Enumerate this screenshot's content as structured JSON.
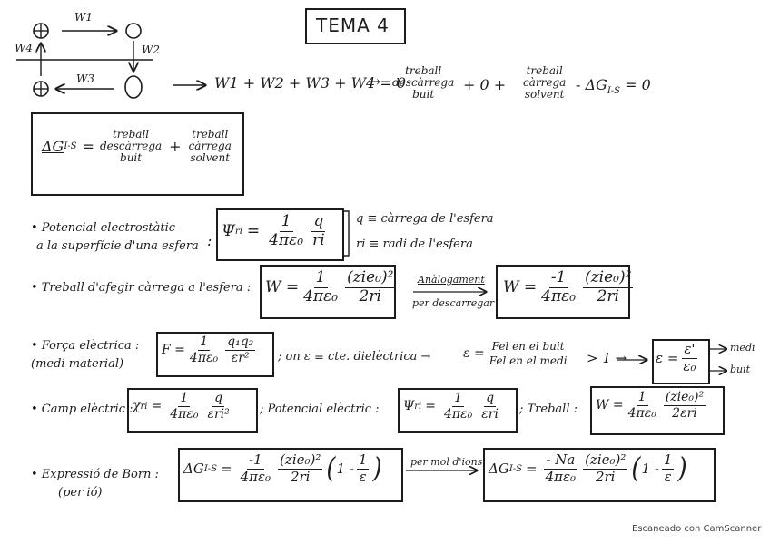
{
  "title": "TEMA 4",
  "cycle": {
    "w1": "W1",
    "w2": "W2",
    "w3": "W3",
    "w4": "W4",
    "equation": "W1 + W2 + W3 + W4 = 0",
    "arrow": "→",
    "t1": [
      "treball",
      "descàrrega",
      "buit"
    ],
    "plus1": "+ 0 +",
    "t2": [
      "treball",
      "càrrega",
      "solvent"
    ],
    "tail": "- ΔG",
    "tail_sub": "I-S",
    "tail_eq": "= 0"
  },
  "box1": {
    "lhs": "ΔG",
    "lhs_sub": "I-S",
    "eq": "=",
    "t1": [
      "treball",
      "descàrrega",
      "buit"
    ],
    "plus": "+",
    "t2": [
      "treball",
      "càrrega",
      "solvent"
    ]
  },
  "potencial": {
    "label": [
      "• Potencial electrostàtic",
      "a la superfície d'una esfera"
    ],
    "colon": ":",
    "lhs": "Ψ",
    "lhs_sub": "ri",
    "eq": "=",
    "f1_num": "1",
    "f1_den": "4πε₀",
    "f2_num": "q",
    "f2_den": "ri",
    "note1": "q ≡ càrrega de l'esfera",
    "note2": "ri ≡ radi de l'esfera"
  },
  "treball": {
    "label": "• Treball d'afegir càrrega a l'esfera :",
    "lhs": "W =",
    "f1_num": "1",
    "f1_den": "4πε₀",
    "f2_num": "(ziе₀)²",
    "f2_den": "2ri",
    "arrow_top": "Anàlogament",
    "arrow_bottom": "per descarregar",
    "lhs2": "W =",
    "g1_num": "-1",
    "g1_den": "4πε₀",
    "g2_num": "(ziе₀)²",
    "g2_den": "2ri"
  },
  "forca": {
    "label": [
      "• Força elèctrica :",
      "(medi material)"
    ],
    "lhs": "F =",
    "f1_num": "1",
    "f1_den": "4πε₀",
    "f2_num": "q₁q₂",
    "f2_den": "εr²",
    "mid": "; on ε ≡ cte. dielèctrica →",
    "eps": "ε =",
    "r_num": "Fel en el buit",
    "r_den": "Fel en el medi",
    "gt": "> 1 →",
    "eps2": "ε =",
    "e_num": "ε'",
    "e_den": "ε₀",
    "medi": "medi",
    "buit": "buit"
  },
  "camp": {
    "label": "• Camp elèctric :",
    "lhs": "χ",
    "lhs_sub": "ri",
    "eq": "=",
    "f1_num": "1",
    "f1_den": "4πε₀",
    "f2_num": "q",
    "f2_den": "εri²",
    "pot_label": "; Potencial elèctric :",
    "pot_lhs": "Ψ",
    "pot_sub": "ri",
    "p1_num": "1",
    "p1_den": "4πε₀",
    "p2_num": "q",
    "p2_den": "εri",
    "treb_label": "; Treball :",
    "t_lhs": "W =",
    "t1_num": "1",
    "t1_den": "4πε₀",
    "t2_num": "(ziе₀)²",
    "t2_den": "2εri"
  },
  "born": {
    "label": [
      "• Expressió de Born :",
      "(per ió)"
    ],
    "lhs": "ΔG",
    "lhs_sub": "I-S",
    "eq": "=",
    "f1_num": "-1",
    "f1_den": "4πε₀",
    "f2_num": "(ziе₀)²",
    "f2_den": "2ri",
    "paren": "1 -",
    "f3_num": "1",
    "f3_den": "ε",
    "arrow_top": "per mol d'ions",
    "lhs2": "ΔG",
    "lhs2_sub": "I-S",
    "g1_num": "- Na",
    "g1_den": "4πε₀",
    "g2_num": "(ziе₀)²",
    "g2_den": "2ri",
    "g3_num": "1",
    "g3_den": "ε"
  },
  "watermark": "Escaneado con CamScanner"
}
